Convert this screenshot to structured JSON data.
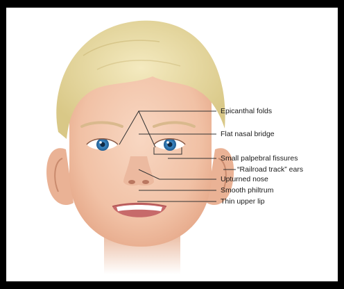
{
  "diagram": {
    "labels": {
      "epicanthal_folds": "Epicanthal folds",
      "flat_nasal_bridge": "Flat nasal bridge",
      "small_palpebral_fissures": "Small palpebral fissures",
      "railroad_track_ears": "“Railroad track” ears",
      "upturned_nose": "Upturned nose",
      "smooth_philtrum": "Smooth philtrum",
      "thin_upper_lip": "Thin upper lip"
    }
  },
  "colors": {
    "frame_border": "#000000",
    "background": "#ffffff",
    "skin": "#f3c8ad",
    "hair": "#eadca2",
    "iris": "#3b86c2",
    "leader_line": "#333333"
  }
}
